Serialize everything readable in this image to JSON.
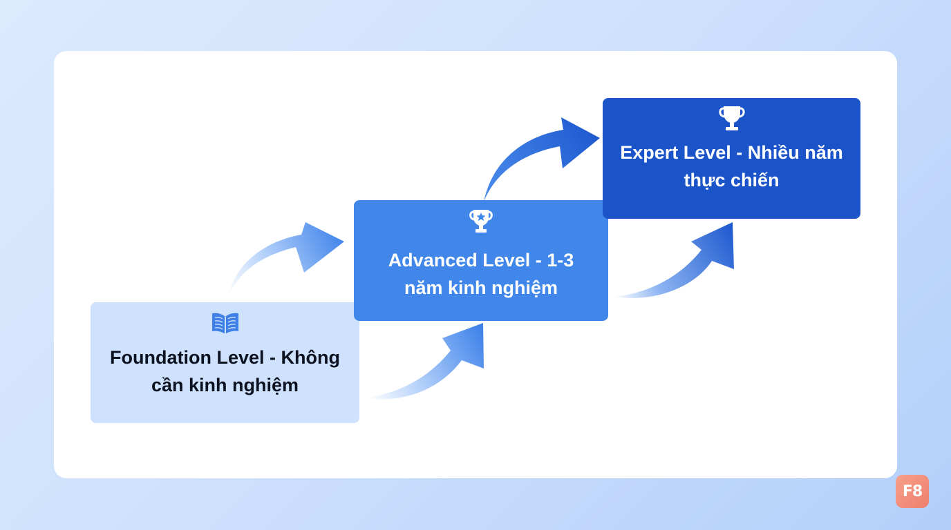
{
  "levels": {
    "foundation": {
      "label": "Foundation Level - Không cần kinh nghiệm",
      "icon": "book-icon"
    },
    "advanced": {
      "label": "Advanced Level - 1-3 năm kinh nghiệm",
      "icon": "trophy-star-icon"
    },
    "expert": {
      "label": "Expert Level - Nhiều năm thực chiến",
      "icon": "trophy-icon"
    }
  },
  "logo": {
    "text": "F8"
  },
  "colors": {
    "foundation_fill": "#cfe2fd",
    "advanced_fill": "#4187ea",
    "expert_fill": "#1b53c9",
    "arrow_light": "#9cc2f6",
    "arrow_dark": "#2c63d6"
  }
}
